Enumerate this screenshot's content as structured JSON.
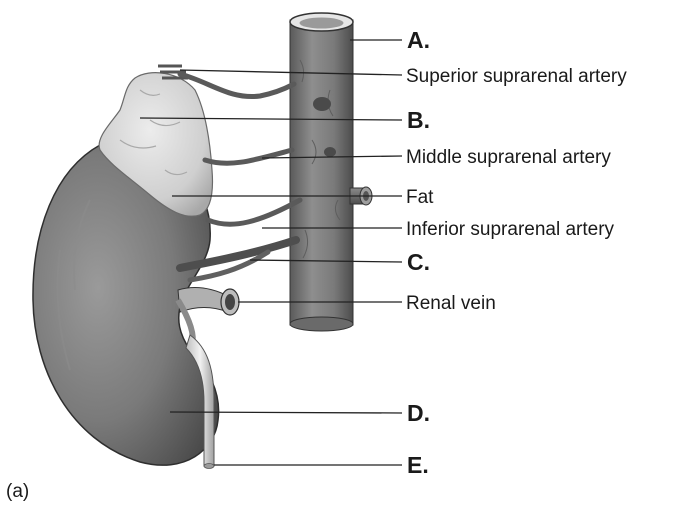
{
  "labels": [
    {
      "id": "label-a",
      "text": "A."
    },
    {
      "id": "label-superior-suprarenal-artery",
      "text": "Superior suprarenal artery"
    },
    {
      "id": "label-b",
      "text": "B."
    },
    {
      "id": "label-middle-suprarenal-artery",
      "text": "Middle suprarenal artery"
    },
    {
      "id": "label-fat",
      "text": "Fat"
    },
    {
      "id": "label-inferior-suprarenal-artery",
      "text": "Inferior suprarenal artery"
    },
    {
      "id": "label-c",
      "text": "C."
    },
    {
      "id": "label-renal-vein",
      "text": "Renal vein"
    },
    {
      "id": "label-d",
      "text": "D."
    },
    {
      "id": "label-e",
      "text": "E."
    }
  ],
  "panel_tag": "(a)"
}
